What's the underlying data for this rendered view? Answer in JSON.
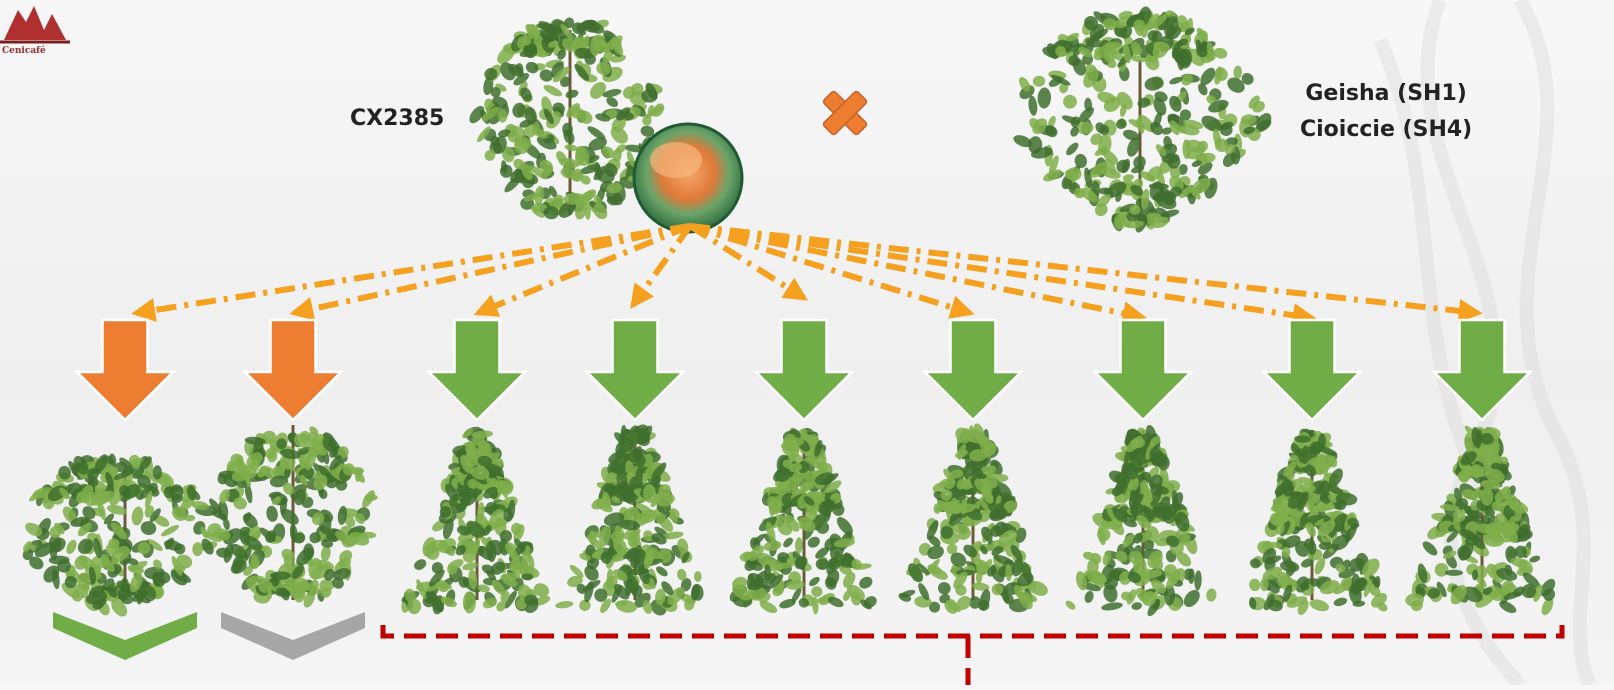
{
  "logo": {
    "text": "Cenicafé"
  },
  "parents": {
    "left": {
      "label": "CX2385"
    },
    "right": {
      "lines": [
        "Geisha (SH1)",
        "Cioiccie (SH4)"
      ]
    },
    "cross_symbol": "×"
  },
  "colors": {
    "orange": "#ed7d31",
    "green": "#70ad47",
    "gray": "#a6a6a6",
    "dash_orange": "#f5a01e",
    "dark_red": "#c00000",
    "plant_dark": "#3f6e2e",
    "plant_light": "#7fae4a"
  },
  "offspring": [
    {
      "arrow": "orange",
      "plant": "compact",
      "chevron": "green"
    },
    {
      "arrow": "orange",
      "plant": "tall",
      "chevron": "gray"
    },
    {
      "arrow": "green",
      "plant": "cone",
      "chevron": null
    },
    {
      "arrow": "green",
      "plant": "cone",
      "chevron": null
    },
    {
      "arrow": "green",
      "plant": "cone",
      "chevron": null
    },
    {
      "arrow": "green",
      "plant": "cone",
      "chevron": null
    },
    {
      "arrow": "green",
      "plant": "cone",
      "chevron": null
    },
    {
      "arrow": "green",
      "plant": "cone",
      "chevron": null
    },
    {
      "arrow": "green",
      "plant": "cone",
      "chevron": null
    }
  ]
}
